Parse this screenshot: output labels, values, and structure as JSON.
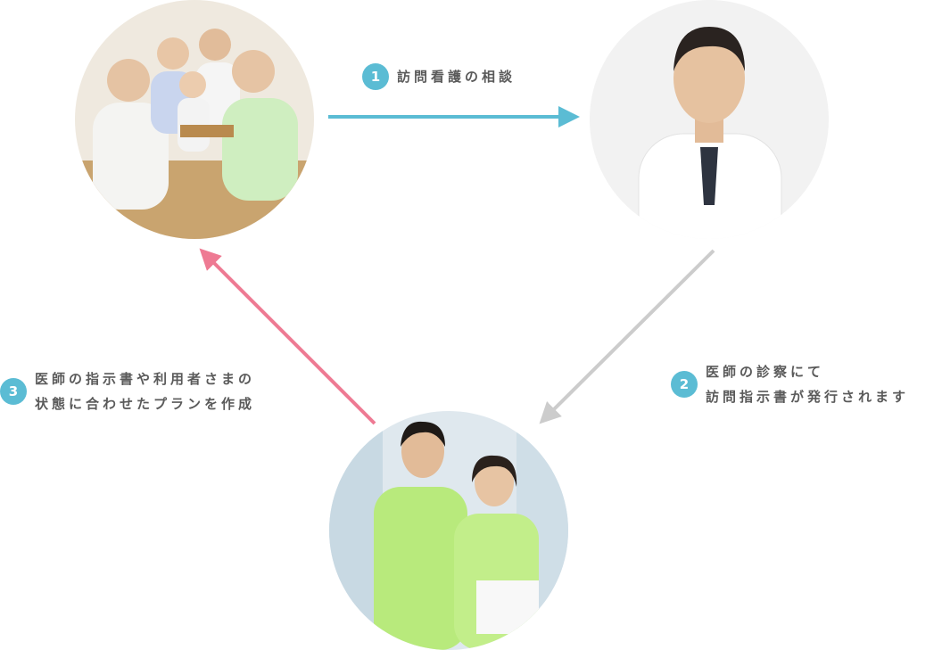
{
  "steps": [
    {
      "number": "1",
      "lines": [
        "訪問看護の相談"
      ]
    },
    {
      "number": "2",
      "lines": [
        "医師の診察にて",
        "訪問指示書が発行されます"
      ]
    },
    {
      "number": "3",
      "lines": [
        "医師の指示書や利用者さまの",
        "状態に合わせたプランを作成"
      ]
    }
  ],
  "colors": {
    "accent": "#5bbcd4",
    "arrow1": "#5bbcd4",
    "arrow2": "#cccccc",
    "arrow3": "#ee7a93"
  }
}
